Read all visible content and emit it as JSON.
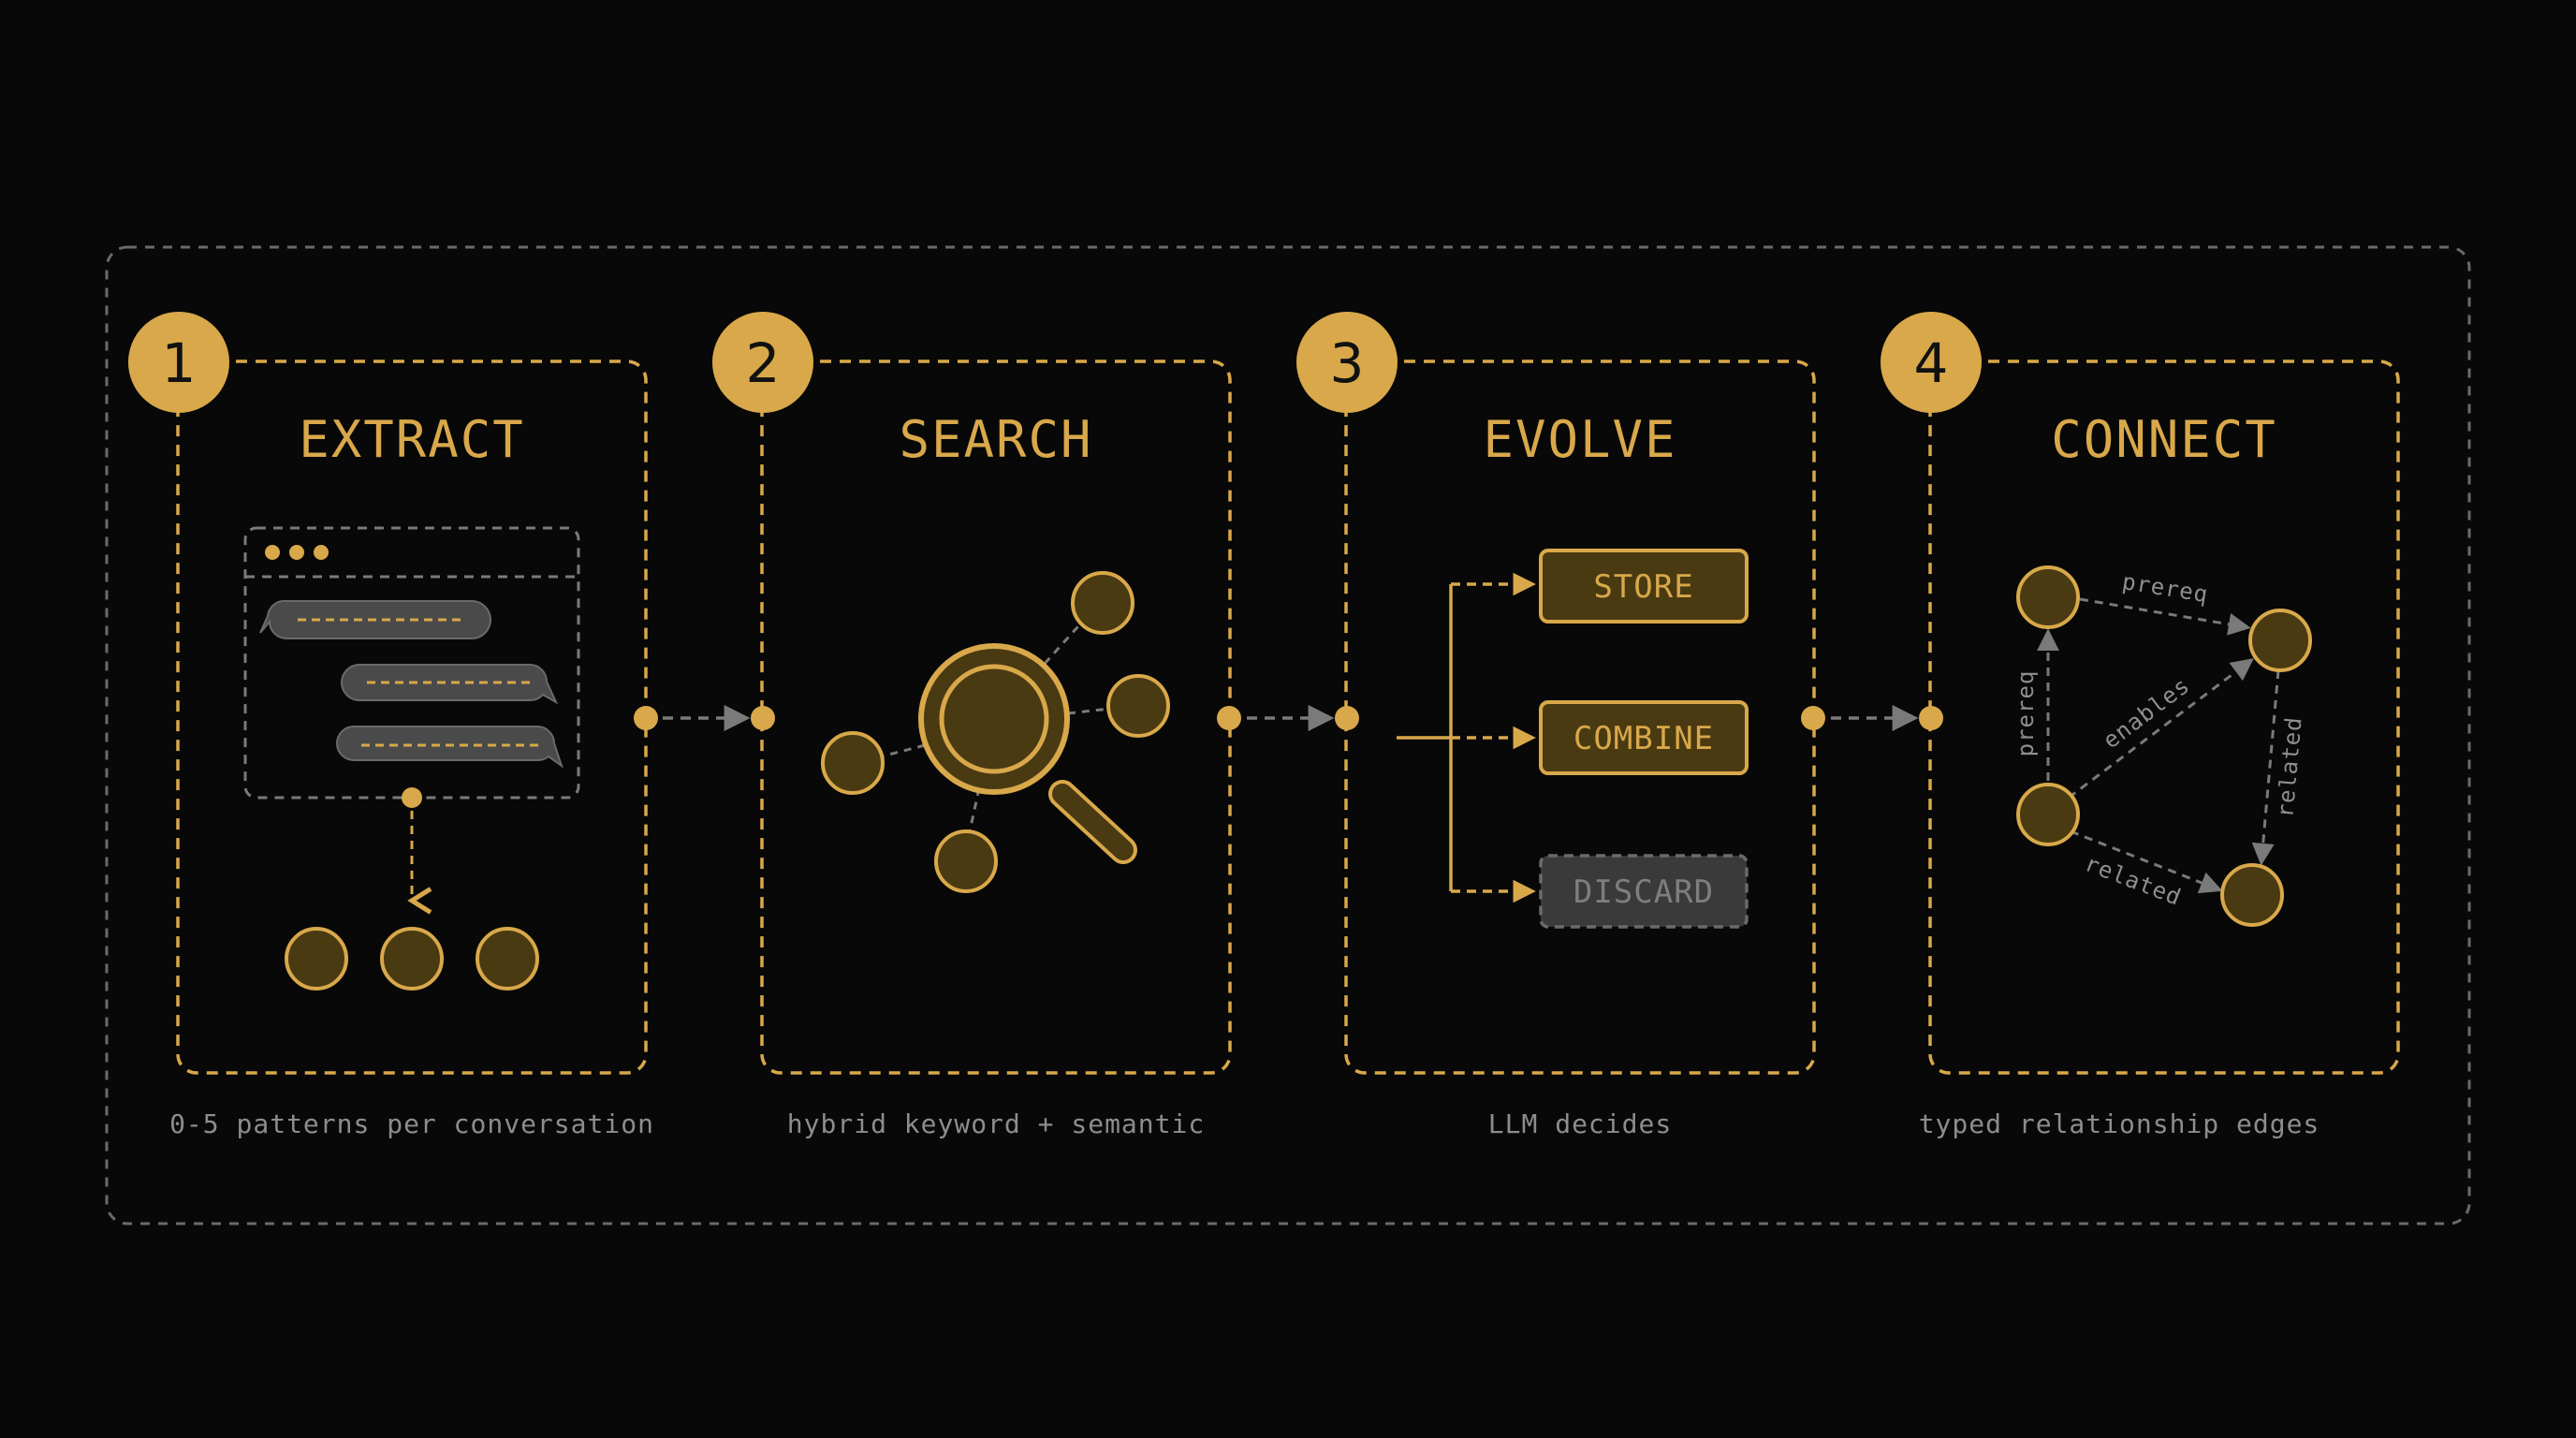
{
  "colors": {
    "background": "#080808",
    "accent": "#d8a84a",
    "node_fill": "#4a3a12",
    "muted": "#777777",
    "caption": "#8d8d8d"
  },
  "steps": [
    {
      "number": "1",
      "title": "EXTRACT",
      "caption": "0-5 patterns per conversation"
    },
    {
      "number": "2",
      "title": "SEARCH",
      "caption": "hybrid keyword + semantic"
    },
    {
      "number": "3",
      "title": "EVOLVE",
      "caption": "LLM decides"
    },
    {
      "number": "4",
      "title": "CONNECT",
      "caption": "typed relationship edges"
    }
  ],
  "evolve_options": [
    {
      "label": "STORE",
      "state": "active"
    },
    {
      "label": "COMBINE",
      "state": "active"
    },
    {
      "label": "DISCARD",
      "state": "muted"
    }
  ],
  "connect_edges": [
    {
      "label": "prereq",
      "from": "top-left",
      "to": "right"
    },
    {
      "label": "prereq",
      "from": "left",
      "to": "top-left"
    },
    {
      "label": "enables",
      "from": "left",
      "to": "right"
    },
    {
      "label": "related",
      "from": "right",
      "to": "bottom-right"
    },
    {
      "label": "related",
      "from": "left",
      "to": "bottom-right"
    }
  ],
  "icons": [
    "chat-window-icon",
    "magnifier-icon",
    "node-icon",
    "arrow-icon"
  ]
}
